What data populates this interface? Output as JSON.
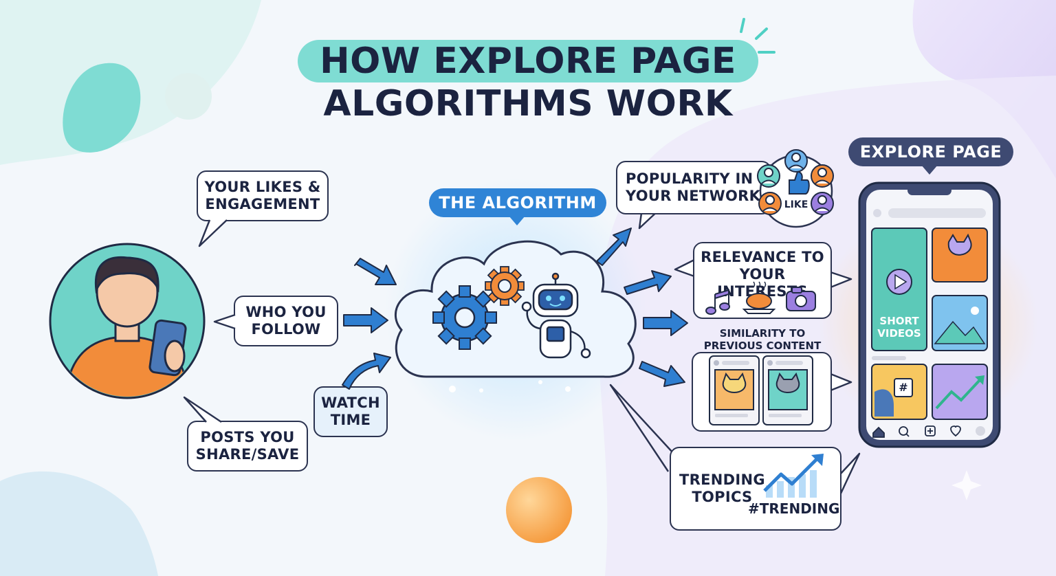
{
  "title": {
    "line1": "HOW EXPLORE PAGE",
    "line2": "ALGORITHMS WORK"
  },
  "algorithm": {
    "label": "THE ALGORITHM"
  },
  "inputs": [
    {
      "id": "likes",
      "line1": "YOUR LIKES &",
      "line2": "ENGAGEMENT"
    },
    {
      "id": "follow",
      "line1": "WHO YOU",
      "line2": "FOLLOW"
    },
    {
      "id": "watch",
      "line1": "WATCH",
      "line2": "TIME"
    },
    {
      "id": "posts",
      "line1": "POSTS YOU",
      "line2": "SHARE/SAVE"
    }
  ],
  "outputs": {
    "popularity": {
      "line1": "POPULARITY IN",
      "line2": "YOUR NETWORK",
      "like_label": "LIKE"
    },
    "relevance": {
      "line1": "RELEVANCE TO",
      "line2": "YOUR INTERESTS"
    },
    "similarity": {
      "line1": "SIMILARITY TO",
      "line2": "PREVIOUS CONTENT"
    },
    "trending": {
      "line1": "TRENDING",
      "line2": "TOPICS",
      "tag": "#TRENDING"
    }
  },
  "explore": {
    "label": "EXPLORE PAGE",
    "short_videos_line1": "SHORT",
    "short_videos_line2": "VIDEOS",
    "hashtag": "#"
  },
  "colors": {
    "navy": "#1b2340",
    "teal": "#7fdcd3",
    "algorithm_blue": "#2f84d6",
    "explore_pill": "#3e4a72",
    "arrow_blue": "#2f7fd1",
    "orange": "#f28c3a",
    "purple": "#9b7fe0"
  }
}
